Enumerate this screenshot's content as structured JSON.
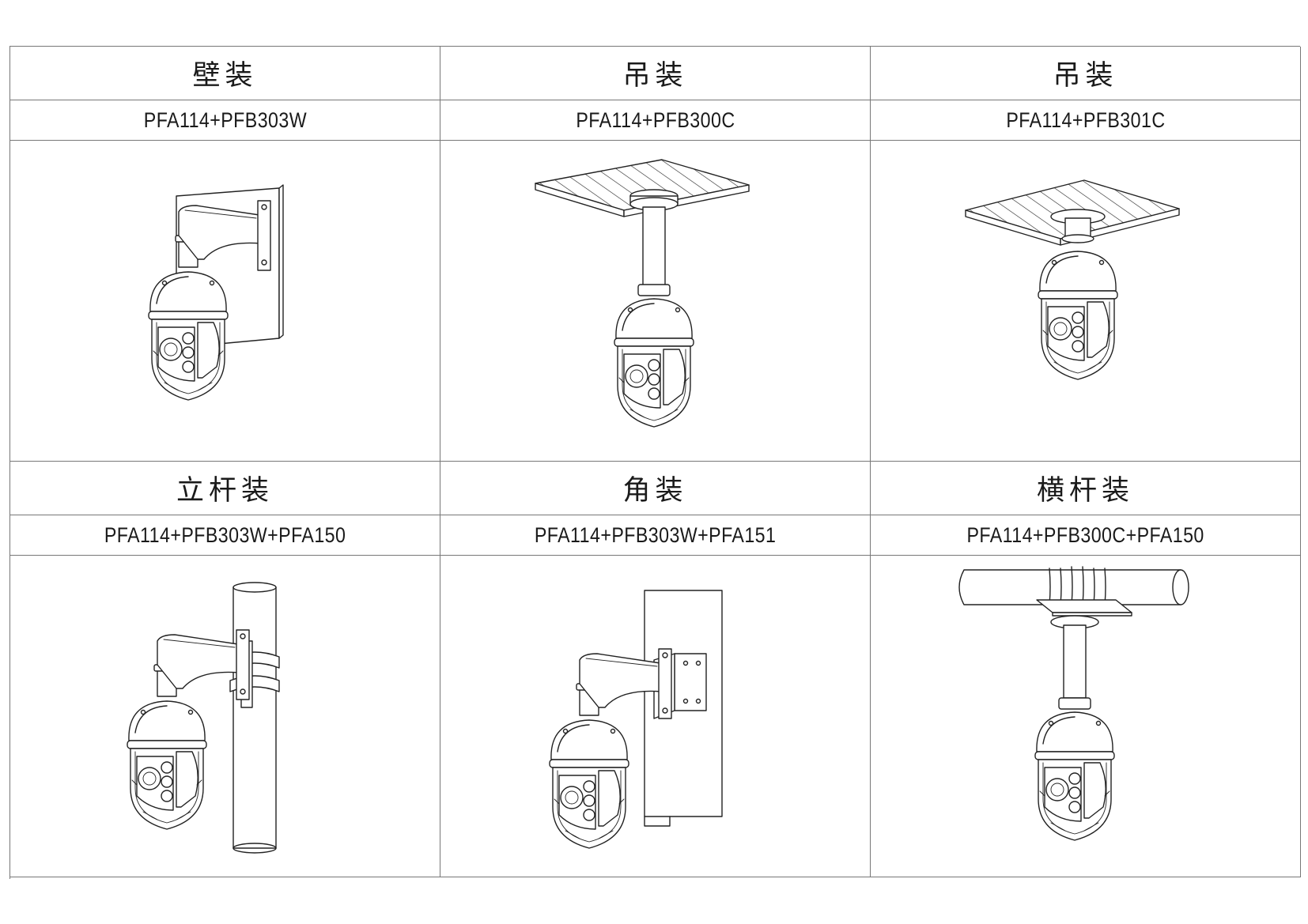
{
  "panels": [
    {
      "title": "壁装",
      "model": "PFA114+PFB303W",
      "illustration": "wall-mount"
    },
    {
      "title": "吊装",
      "model": "PFA114+PFB300C",
      "illustration": "ceiling-pendant-long"
    },
    {
      "title": "吊装",
      "model": "PFA114+PFB301C",
      "illustration": "ceiling-pendant-short"
    },
    {
      "title": "立杆装",
      "model": "PFA114+PFB303W+PFA150",
      "illustration": "pole-mount"
    },
    {
      "title": "角装",
      "model": "PFA114+PFB303W+PFA151",
      "illustration": "corner-mount"
    },
    {
      "title": "横杆装",
      "model": "PFA114+PFB300C+PFA150",
      "illustration": "horizontal-pole-mount"
    }
  ]
}
